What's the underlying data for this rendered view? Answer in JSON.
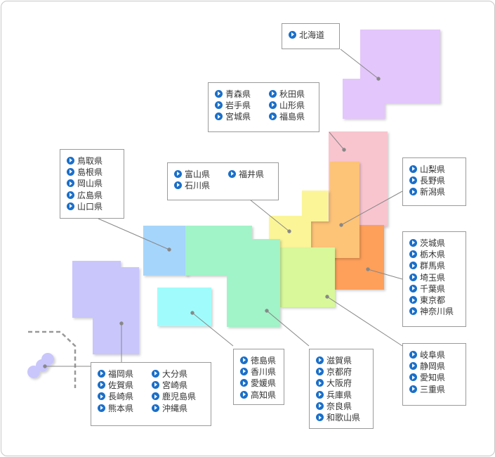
{
  "regions": {
    "hokkaido": {
      "color": "#e3c6fb",
      "prefectures": [
        "北海道"
      ]
    },
    "tohoku": {
      "color": "#f8c5cf",
      "columns": [
        [
          "青森県",
          "岩手県",
          "宮城県"
        ],
        [
          "秋田県",
          "山形県",
          "福島県"
        ]
      ]
    },
    "koshinetsu": {
      "color": "#fdc377",
      "prefectures": [
        "山梨県",
        "長野県",
        "新潟県"
      ]
    },
    "kanto": {
      "color": "#fe9f5a",
      "prefectures": [
        "茨城県",
        "栃木県",
        "群馬県",
        "埼玉県",
        "千葉県",
        "東京都",
        "神奈川県"
      ]
    },
    "hokuriku": {
      "color": "#fbf598",
      "columns": [
        [
          "富山県",
          "石川県"
        ],
        [
          "福井県"
        ]
      ]
    },
    "tokai": {
      "color": "#d8f89a",
      "prefectures": [
        "岐阜県",
        "静岡県",
        "愛知県",
        "三重県"
      ]
    },
    "kinki": {
      "color": "#a1f3c8",
      "prefectures": [
        "滋賀県",
        "京都府",
        "大阪府",
        "兵庫県",
        "奈良県",
        "和歌山県"
      ]
    },
    "chugoku": {
      "color": "#a6d5fb",
      "prefectures": [
        "鳥取県",
        "島根県",
        "岡山県",
        "広島県",
        "山口県"
      ]
    },
    "shikoku": {
      "color": "#a0fcfc",
      "prefectures": [
        "徳島県",
        "香川県",
        "愛媛県",
        "高知県"
      ]
    },
    "kyushu": {
      "color": "#c8c6fb",
      "columns": [
        [
          "福岡県",
          "佐賀県",
          "長崎県",
          "熊本県"
        ],
        [
          "大分県",
          "宮崎県",
          "鹿児島県",
          "沖縄県"
        ]
      ]
    }
  },
  "colors": {
    "bullet": "#1a6fc9",
    "leader": "#888888",
    "box_border": "#9a9a9a",
    "okinawa_divider": "#999999"
  },
  "icons": {
    "bullet": "play-circle-icon"
  }
}
